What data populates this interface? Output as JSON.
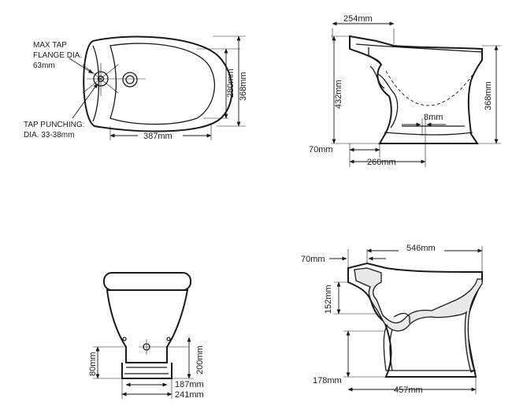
{
  "top_view": {
    "tap_flange_label": [
      "MAX TAP",
      "FLANGE DIA.",
      "63mm"
    ],
    "tap_punching_label": [
      "TAP PUNCHING:",
      "DIA. 33-38mm"
    ],
    "dim_length": "387mm",
    "dim_width_inner": "280mm",
    "dim_width_outer": "368mm"
  },
  "side_view_top_right": {
    "dim_top": "254mm",
    "dim_height_left": "432mm",
    "dim_height_right": "368mm",
    "dim_small": "8mm",
    "dim_base_offset": "70mm",
    "dim_base": "260mm"
  },
  "front_view": {
    "dim_left_height": "80mm",
    "dim_right_height": "200mm",
    "dim_base_inner": "187mm",
    "dim_base_outer": "241mm"
  },
  "section_view": {
    "dim_top_offset": "70mm",
    "dim_length": "546mm",
    "dim_rim_height": "152mm",
    "dim_bottom_height": "178mm",
    "dim_base": "457mm"
  }
}
